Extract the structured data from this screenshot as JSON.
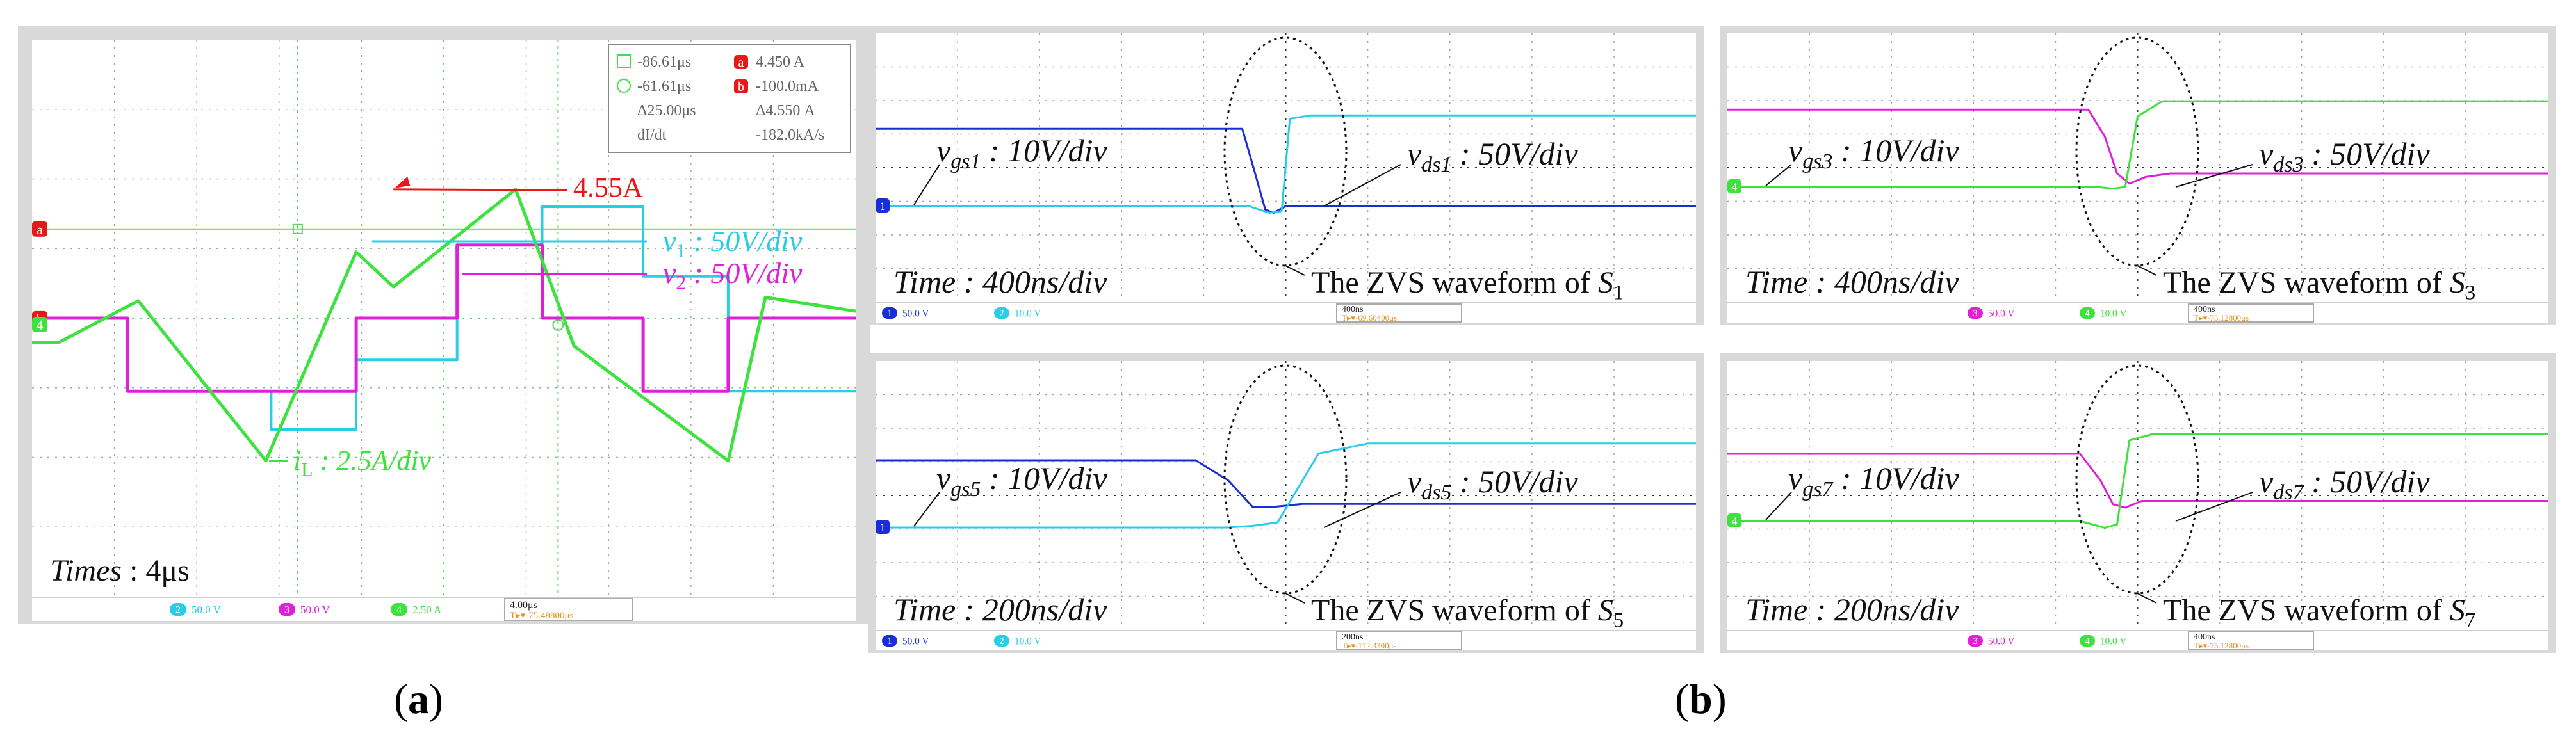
{
  "labels": {
    "a": "a",
    "b": "b"
  },
  "colors": {
    "cyan": "#29cde8",
    "magenta": "#e020d8",
    "green": "#3ee23e",
    "blue": "#1a2ed8",
    "red": "#e81818",
    "grid": "#9aa8a8",
    "grid_green": "#5fd15f"
  },
  "panel_a": {
    "annotations": {
      "peak": "4.55A",
      "v1": "v",
      "v1_sub": "1",
      "v1_scale": " : 50V/div",
      "v2": "v",
      "v2_sub": "2",
      "v2_scale": " : 50V/div",
      "iL": "i",
      "iL_sub": "L",
      "iL_scale": " : 2.5A/div",
      "time_label": "Times",
      "time_value": " : 4μs"
    },
    "cursor_box": {
      "r1_left": "-86.61μs",
      "r1_right": "4.450 A",
      "r2_left": "-61.61μs",
      "r2_right": "-100.0mA",
      "r3_left": "Δ25.00μs",
      "r3_right": "Δ4.550 A",
      "r4_left": "dI/dt",
      "r4_right": "-182.0kA/s",
      "badge_a": "a",
      "badge_b": "b"
    },
    "status": {
      "ch2_num": "2",
      "ch2": "50.0 V",
      "ch3_num": "3",
      "ch3": "50.0 V",
      "ch4_num": "4",
      "ch4": "2.50 A",
      "timebase": "4.00μs",
      "trigger": "T▸▾-75.48800μs"
    },
    "markers": {
      "a": "a",
      "b": "b",
      "ch4": "4"
    }
  },
  "panels_b": [
    {
      "gate_sym": "v",
      "gate_sub": "gs1",
      "gate_scale": " : 10V/div",
      "drain_sym": "v",
      "drain_sub": "ds1",
      "drain_scale": " : 50V/div",
      "time_label": "Time",
      "time_value": " : 400ns/div",
      "zvs_text": "The ZVS waveform of ",
      "switch_sym": "S",
      "switch_sub": "1",
      "ch_a_num": "1",
      "ch_a": "50.0 V",
      "ch_b_num": "2",
      "ch_b": "10.0 V",
      "timebase": "400ns",
      "trigger": "T▸▾-69.60400μs",
      "marker": "1"
    },
    {
      "gate_sym": "v",
      "gate_sub": "gs3",
      "gate_scale": " : 10V/div",
      "drain_sym": "v",
      "drain_sub": "ds3",
      "drain_scale": " : 50V/div",
      "time_label": "Time",
      "time_value": " : 400ns/div",
      "zvs_text": "The ZVS waveform of ",
      "switch_sym": "S",
      "switch_sub": "3",
      "ch_a_num": "3",
      "ch_a": "50.0 V",
      "ch_b_num": "4",
      "ch_b": "10.0 V",
      "timebase": "400ns",
      "trigger": "T▸▾-75.12800μs",
      "marker": "4"
    },
    {
      "gate_sym": "v",
      "gate_sub": "gs5",
      "gate_scale": " : 10V/div",
      "drain_sym": "v",
      "drain_sub": "ds5",
      "drain_scale": " : 50V/div",
      "time_label": "Time",
      "time_value": " : 200ns/div",
      "zvs_text": "The ZVS waveform of ",
      "switch_sym": "S",
      "switch_sub": "5",
      "ch_a_num": "1",
      "ch_a": "50.0 V",
      "ch_b_num": "2",
      "ch_b": "10.0 V",
      "timebase": "200ns",
      "trigger": "T▸▾-112.3300μs",
      "marker": "1"
    },
    {
      "gate_sym": "v",
      "gate_sub": "gs7",
      "gate_scale": " : 10V/div",
      "drain_sym": "v",
      "drain_sub": "ds7",
      "drain_scale": " : 50V/div",
      "time_label": "Time",
      "time_value": " : 200ns/div",
      "zvs_text": "The ZVS waveform of ",
      "switch_sym": "S",
      "switch_sub": "7",
      "ch_a_num": "3",
      "ch_a": "50.0 V",
      "ch_b_num": "4",
      "ch_b": "10.0 V",
      "timebase": "400ns",
      "trigger": "T▸▾-75.12800μs",
      "marker": "4"
    }
  ],
  "chart_data": [
    {
      "type": "line",
      "panel": "a",
      "series": [
        {
          "name": "v1",
          "x": [
            0,
            1.8,
            1.8,
            4.5,
            4.5,
            6.1,
            6.1,
            8.0,
            8.0,
            9.6,
            9.6,
            11.5,
            11.5,
            13.1,
            13.1,
            15.5
          ],
          "y": [
            0,
            0,
            -1.05,
            -1.05,
            -1.6,
            -1.6,
            -0.6,
            -0.6,
            1.05,
            1.05,
            1.6,
            1.6,
            0.6,
            0.6,
            -1.05,
            -1.05
          ]
        },
        {
          "name": "v2",
          "x": [
            0,
            1.8,
            1.8,
            6.1,
            6.1,
            8.0,
            8.0,
            9.6,
            9.6,
            11.5,
            11.5,
            13.1,
            13.1,
            15.5
          ],
          "y": [
            0,
            0,
            -1.05,
            -1.05,
            0,
            0,
            1.05,
            1.05,
            0,
            0,
            -1.05,
            -1.05,
            0,
            0
          ]
        },
        {
          "name": "iL",
          "x": [
            0,
            0.5,
            2.0,
            4.4,
            6.1,
            6.8,
            9.1,
            10.2,
            13.1,
            13.8,
            15.5
          ],
          "y": [
            -0.35,
            -0.35,
            0.25,
            -2.05,
            0.95,
            0.45,
            1.85,
            -0.4,
            -2.05,
            0.3,
            0.1
          ]
        }
      ]
    },
    {
      "type": "line",
      "panel": "b-S1",
      "series": [
        {
          "name": "vgs1",
          "x": [
            0,
            4.47,
            4.6,
            4.75,
            4.85,
            5.0,
            5.3,
            10
          ],
          "y": [
            2.3,
            2.3,
            1.2,
            -0.1,
            -0.2,
            0,
            0,
            0
          ]
        },
        {
          "name": "vds1",
          "x": [
            0,
            4.55,
            4.8,
            4.95,
            5.05,
            5.3,
            10
          ],
          "y": [
            0,
            0,
            -0.2,
            -0.15,
            2.6,
            2.7,
            2.7
          ]
        }
      ]
    },
    {
      "type": "line",
      "panel": "b-S3",
      "series": [
        {
          "name": "vgs3",
          "x": [
            0,
            4.4,
            4.6,
            4.75,
            4.9,
            5.1,
            5.4,
            10
          ],
          "y": [
            2.3,
            2.3,
            1.5,
            0.4,
            0.1,
            0.3,
            0.4,
            0.4
          ]
        },
        {
          "name": "vds3",
          "x": [
            0,
            4.5,
            4.7,
            4.85,
            5.0,
            5.3,
            10
          ],
          "y": [
            0,
            0,
            -0.05,
            0,
            2.1,
            2.55,
            2.55
          ]
        }
      ]
    },
    {
      "type": "line",
      "panel": "b-S5",
      "series": [
        {
          "name": "vgs5",
          "x": [
            0,
            3.9,
            4.3,
            4.6,
            4.8,
            5.2,
            10
          ],
          "y": [
            2.0,
            2.0,
            1.4,
            0.6,
            0.6,
            0.7,
            0.7
          ]
        },
        {
          "name": "vds5",
          "x": [
            0,
            4.3,
            4.6,
            4.9,
            5.4,
            6.0,
            10
          ],
          "y": [
            0,
            0,
            0.05,
            0.15,
            2.2,
            2.5,
            2.5
          ]
        }
      ]
    },
    {
      "type": "line",
      "panel": "b-S7",
      "series": [
        {
          "name": "vgs7",
          "x": [
            0,
            4.3,
            4.55,
            4.7,
            4.85,
            5.05,
            5.3,
            10
          ],
          "y": [
            2.0,
            2.0,
            1.2,
            0.5,
            0.4,
            0.6,
            0.6,
            0.6
          ]
        },
        {
          "name": "vds7",
          "x": [
            0,
            4.3,
            4.6,
            4.75,
            4.9,
            5.2,
            10
          ],
          "y": [
            0,
            0,
            -0.2,
            -0.1,
            2.4,
            2.6,
            2.6
          ]
        }
      ]
    }
  ]
}
